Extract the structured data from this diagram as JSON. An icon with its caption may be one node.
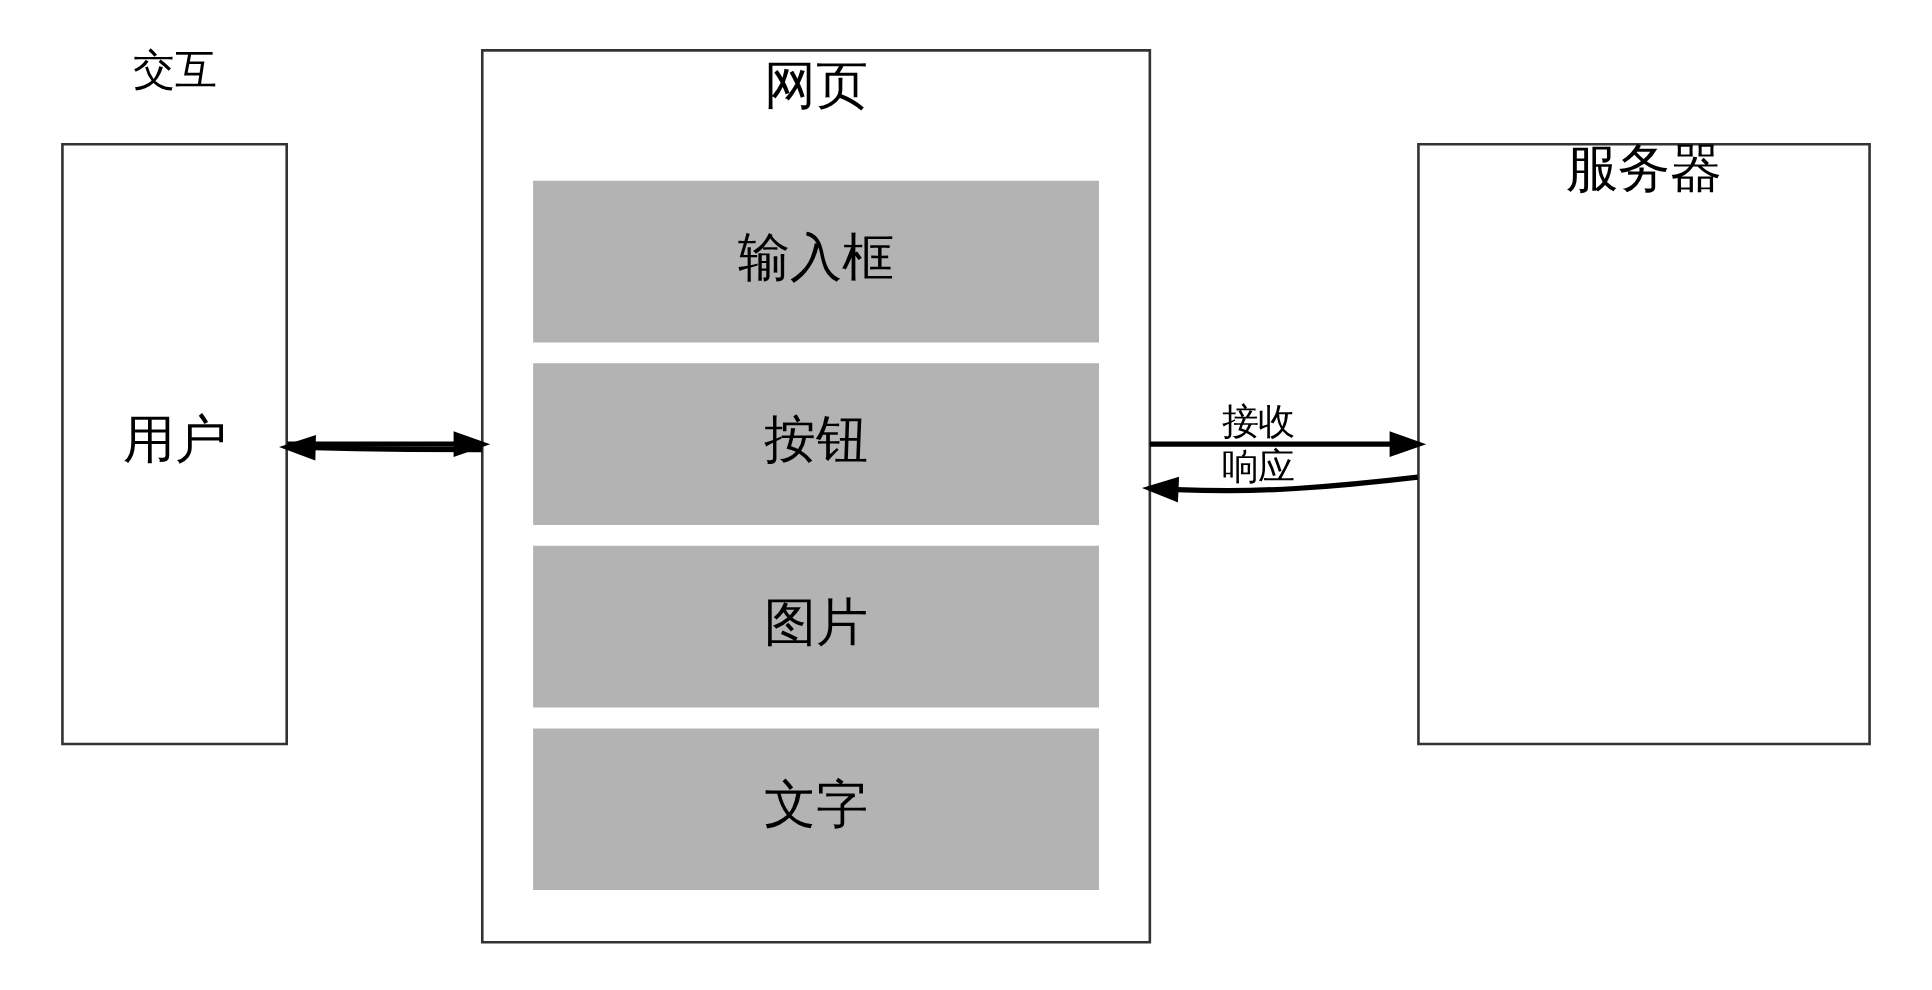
{
  "diagram": {
    "nodes": [
      {
        "text": [
          "用户"
        ]
      },
      {
        "text": [
          "网页"
        ]
      },
      {
        "text": [
          "输入框"
        ],
        "in": 1
      },
      {
        "text": [
          "按钮"
        ],
        "in": 1
      },
      {
        "text": [
          "图片"
        ],
        "in": 1
      },
      {
        "text": [
          "文字"
        ],
        "in": 1
      },
      {
        "text": [
          "服务器"
        ]
      }
    ],
    "edges": [
      {
        "from": 0,
        "to": 1,
        "arrow": "to"
      },
      {
        "from": 1,
        "to": 0,
        "arrow": "to"
      },
      {
        "from": 1,
        "to": 6,
        "arrow": "to",
        "label": "接收"
      },
      {
        "from": 6,
        "to": 1,
        "arrow": "to",
        "label": "响应"
      }
    ],
    "labels": [
      "交互"
    ]
  }
}
